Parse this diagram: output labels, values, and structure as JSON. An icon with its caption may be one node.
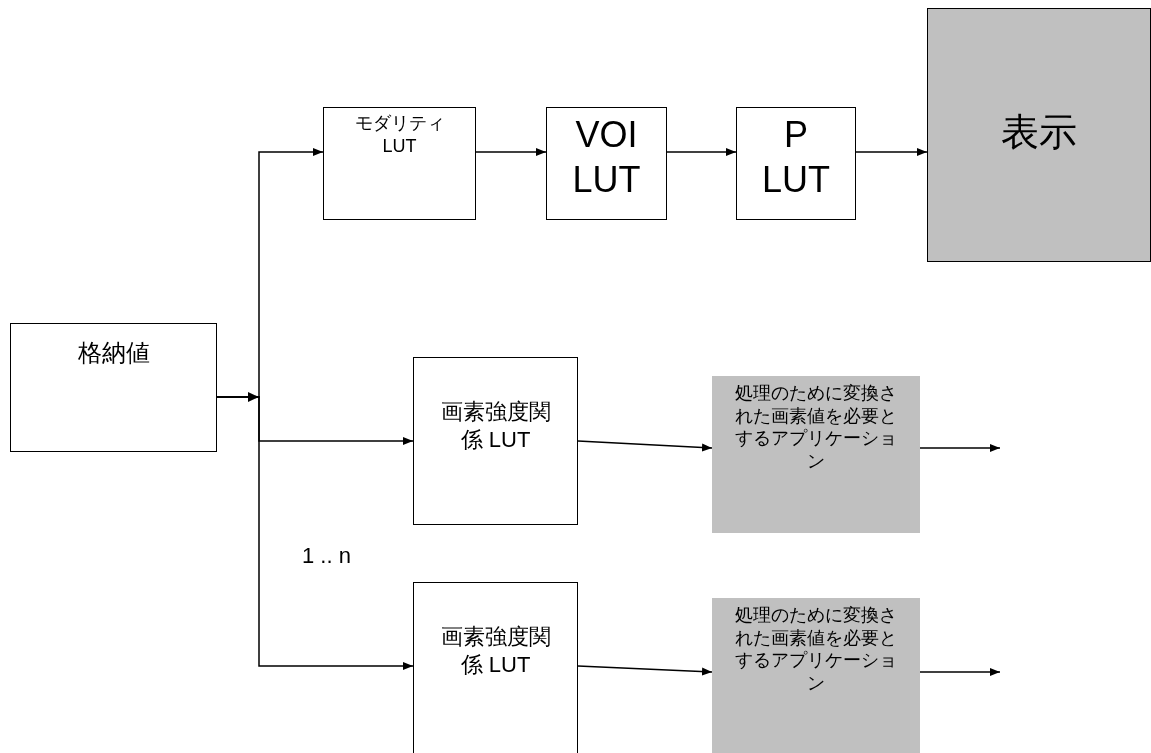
{
  "diagram": {
    "nodes": [
      {
        "text": [
          "格納値"
        ]
      },
      {
        "text": [
          "モダリティ LUT"
        ]
      },
      {
        "text": [
          "VOI LUT"
        ]
      },
      {
        "text": [
          "P LUT"
        ]
      },
      {
        "text": [
          "表示"
        ]
      },
      {
        "text": [
          "画素強度関係 LUT"
        ]
      },
      {
        "text": [
          "処理のために変換された画素値を必要とするアプリケーション"
        ]
      },
      {
        "text": [
          "画素強度関係 LUT"
        ]
      },
      {
        "text": [
          "処理のために変換された画素値を必要とするアプリケーション"
        ]
      }
    ],
    "edges": [
      {
        "from": 0,
        "to": 1,
        "arrow": "to"
      },
      {
        "from": 0,
        "to": 5,
        "arrow": "to"
      },
      {
        "from": 0,
        "to": 7,
        "arrow": "to"
      },
      {
        "from": 1,
        "to": 2,
        "arrow": "to"
      },
      {
        "from": 2,
        "to": 3,
        "arrow": "to"
      },
      {
        "from": 3,
        "to": 4,
        "arrow": "to"
      },
      {
        "from": 5,
        "to": 6,
        "arrow": "to"
      },
      {
        "from": 7,
        "to": 8,
        "arrow": "to"
      },
      {
        "from": 6,
        "to": null,
        "arrow": "to"
      },
      {
        "from": 8,
        "to": null,
        "arrow": "to"
      }
    ],
    "labels": [
      "1 .. n"
    ]
  }
}
